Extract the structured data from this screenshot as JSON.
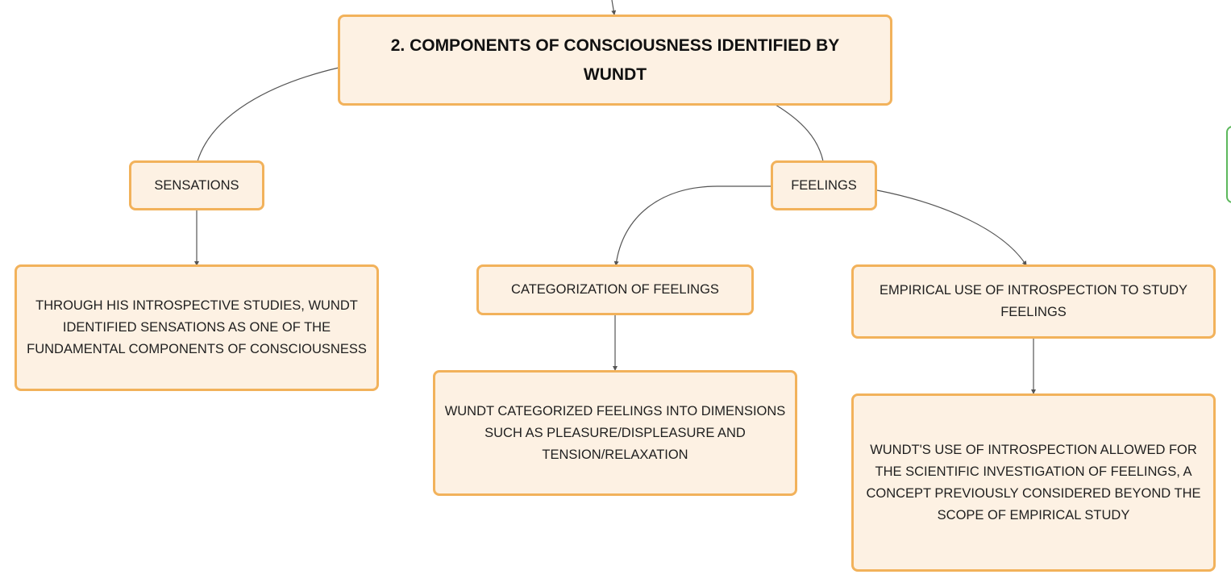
{
  "diagram": {
    "root": {
      "label": "2. COMPONENTS OF CONSCIOUSNESS IDENTIFIED BY WUNDT"
    },
    "sensations": {
      "label": "SENSATIONS",
      "detail": "THROUGH HIS INTROSPECTIVE STUDIES, WUNDT IDENTIFIED SENSATIONS AS ONE OF THE FUNDAMENTAL COMPONENTS OF CONSCIOUSNESS"
    },
    "feelings": {
      "label": "FEELINGS",
      "categorization": {
        "label": "CATEGORIZATION OF FEELINGS",
        "detail": "WUNDT CATEGORIZED FEELINGS INTO DIMENSIONS SUCH AS PLEASURE/DISPLEASURE AND TENSION/RELAXATION"
      },
      "empirical": {
        "label": "EMPIRICAL USE OF INTROSPECTION TO STUDY FEELINGS",
        "detail": "WUNDT'S USE OF INTROSPECTION ALLOWED FOR THE SCIENTIFIC INVESTIGATION OF FEELINGS, A CONCEPT PREVIOUSLY CONSIDERED BEYOND THE SCOPE OF EMPIRICAL STUDY"
      }
    }
  },
  "colors": {
    "node_fill": "#fdf1e3",
    "node_border": "#f2b25b",
    "connector": "#555555",
    "side_tab_border": "#5cb85c"
  }
}
